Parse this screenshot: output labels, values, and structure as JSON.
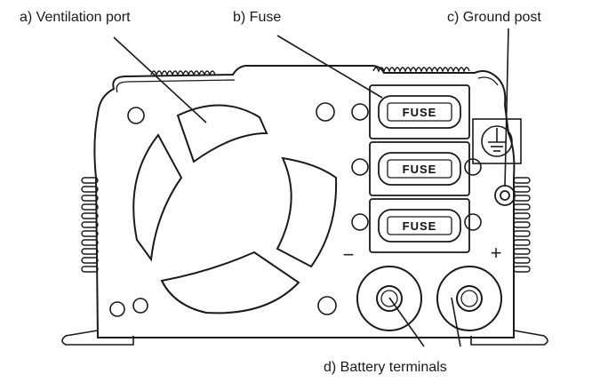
{
  "labels": {
    "ventilation": "a) Ventilation port",
    "fuse": "b) Fuse",
    "ground": "c) Ground post",
    "battery": "d) Battery terminals"
  },
  "fuses": [
    "FUSE",
    "FUSE",
    "FUSE"
  ],
  "terminals": {
    "negative": "−",
    "positive": "+"
  },
  "icons": {
    "fan": "fan-blades-icon",
    "ground": "ground-symbol-icon"
  }
}
